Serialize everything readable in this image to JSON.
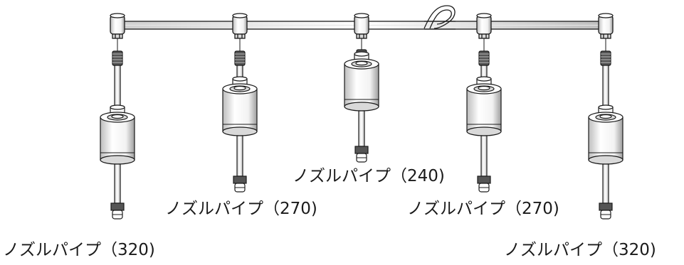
{
  "diagram": {
    "labels": {
      "pipe_240": "ノズルパイプ（240)",
      "pipe_270_left": "ノズルパイプ（270)",
      "pipe_270_right": "ノズルパイプ（270)",
      "pipe_320_left": "ノズルパイプ（320)",
      "pipe_320_right": "ノズルパイプ（320)"
    },
    "colors": {
      "stroke": "#1a1a1a",
      "fill": "#ffffff",
      "shade": "#d9d9d9",
      "dark": "#555555"
    }
  }
}
